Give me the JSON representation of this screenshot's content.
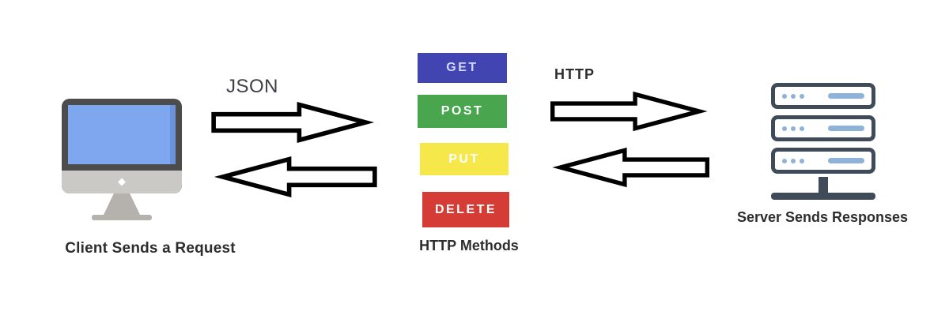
{
  "client": {
    "label": "Client Sends a Request"
  },
  "server": {
    "label": "Server Sends Responses"
  },
  "methods": {
    "caption": "HTTP Methods",
    "items": [
      {
        "label": "GET",
        "color": "#4144b1"
      },
      {
        "label": "POST",
        "color": "#4aa64e"
      },
      {
        "label": "PUT",
        "color": "#f6e84b"
      },
      {
        "label": "DELETE",
        "color": "#d53c35"
      }
    ]
  },
  "flow": {
    "json_label": "JSON",
    "http_label": "HTTP"
  },
  "colors": {
    "background": "#ffffff",
    "label_text": "#2d2d2d",
    "arrow_fill": "#ffffff",
    "arrow_outline": "#000000",
    "monitor_frame": "#4c4c4c",
    "monitor_screen": "#7ea7ef",
    "monitor_chin": "#cbc9c5",
    "monitor_stand": "#b5b2ae",
    "server_outline": "#3f4b59",
    "server_accent": "#8eb2d8"
  }
}
